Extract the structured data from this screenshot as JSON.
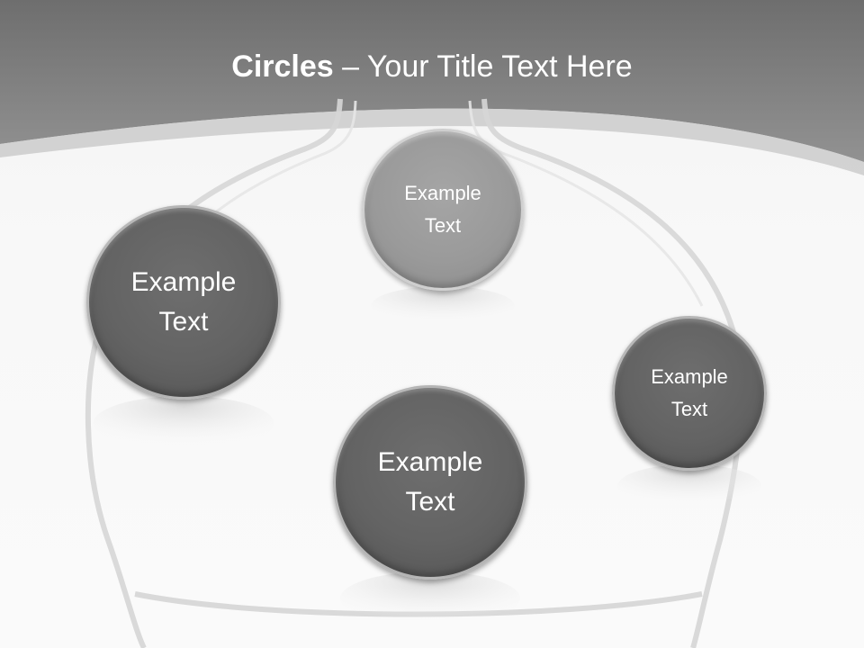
{
  "title": {
    "bold": "Circles",
    "rest": " – Your Title Text Here"
  },
  "circles": [
    {
      "line1": "Example",
      "line2": "Text"
    },
    {
      "line1": "Example",
      "line2": "Text"
    },
    {
      "line1": "Example",
      "line2": "Text"
    },
    {
      "line1": "Example",
      "line2": "Text"
    }
  ],
  "colors": {
    "header": "#8a8a8a",
    "dark_circle": "#616161",
    "light_circle": "#9a9a9a",
    "text": "#ffffff"
  }
}
